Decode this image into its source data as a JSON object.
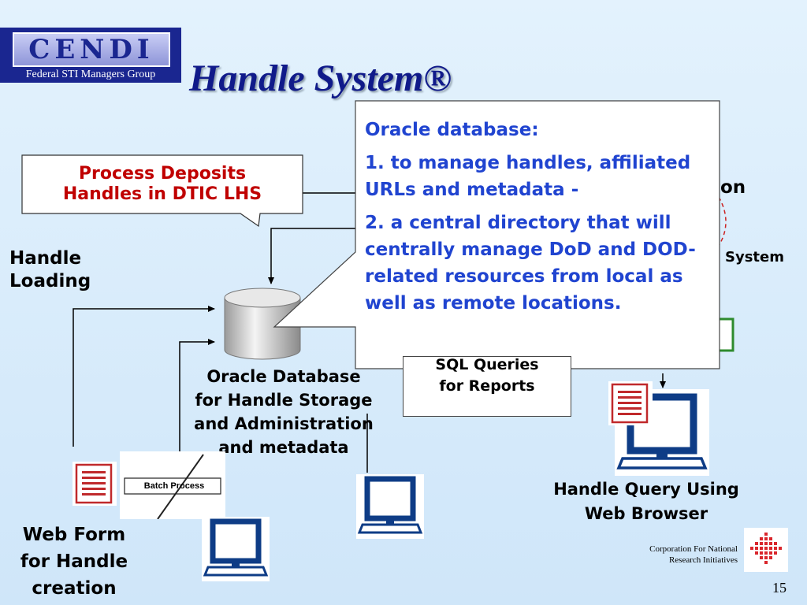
{
  "logo": {
    "word": "CENDI",
    "subtitle": "Federal STI Managers Group"
  },
  "title": "Handle System®",
  "callout": {
    "line1": "Process Deposits",
    "line2": "Handles in DTIC LHS"
  },
  "popup": {
    "heading": "Oracle database:",
    "item1": "1.  to manage handles, affiliated URLs and metadata -",
    "item2": "2. a central directory that will centrally manage DoD and DOD-related resources from local as well as remote locations."
  },
  "labels": {
    "handle_loading": {
      "line1": "Handle",
      "line2": "Loading"
    },
    "oracle_db": {
      "line1": "Oracle Database",
      "line2": "for Handle Storage",
      "line3": "and Administration",
      "line4": "and metadata"
    },
    "sql": {
      "line1": "SQL Queries",
      "line2": "for Reports"
    },
    "query": {
      "line1": "Handle Query Using",
      "line2": "Web Browser"
    },
    "web_form": {
      "line1": "Web Form",
      "line2": "for Handle",
      "line3": "creation"
    },
    "partial_right_1": "on",
    "partial_right_2": "System"
  },
  "batch_process": "Batch Process",
  "cnri": {
    "line1": "Corporation For National",
    "line2": "Research Initiatives"
  },
  "page_number": "15",
  "colors": {
    "title": "#101a8a",
    "callout_text": "#c00000",
    "popup_text": "#2044d0",
    "monitor": "#0e3c86",
    "doc_red": "#c0292b"
  }
}
